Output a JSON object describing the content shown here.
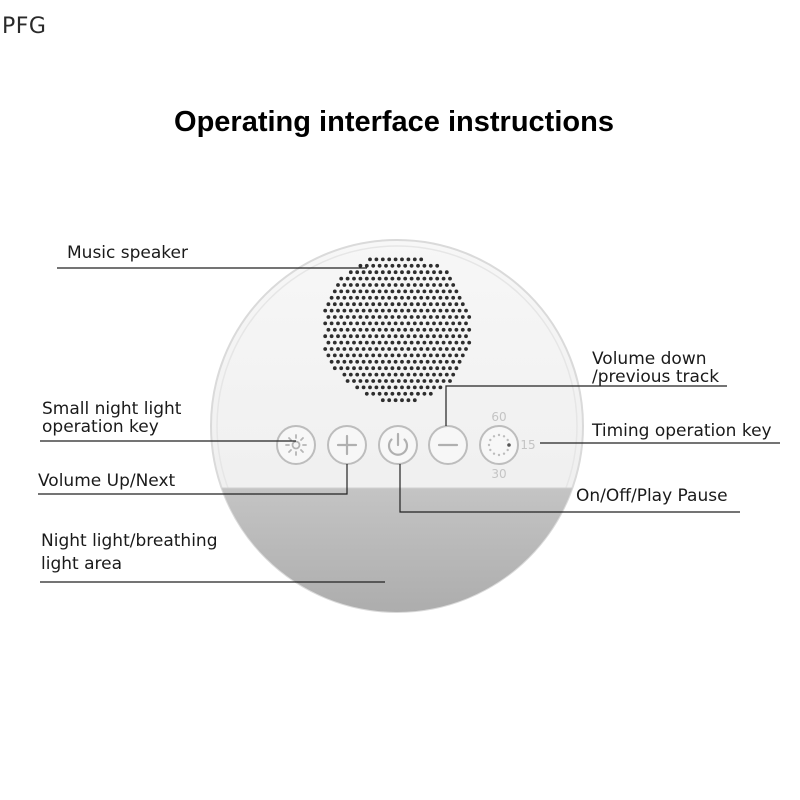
{
  "watermark": "PFG",
  "title": "Operating interface instructions",
  "labels": {
    "music_speaker": "Music speaker",
    "small_night_light_1": "Small night light",
    "small_night_light_2": "operation key",
    "volume_up": "Volume Up/Next",
    "night_light_area_1": "Night light/breathing",
    "night_light_area_2": "light area",
    "volume_down_1": "Volume down",
    "volume_down_2": "/previous track",
    "timing_key": "Timing operation key",
    "on_off": "On/Off/Play Pause"
  },
  "timer_marks": {
    "top": "60",
    "right": "15",
    "bottom": "30"
  },
  "colors": {
    "device_body": "#f4f4f4",
    "device_edge": "#dcdcdc",
    "light_area": "#bcbcbc",
    "speaker_dots": "#2e2e2e",
    "button_fill": "#f7f7f7",
    "button_ring": "#b8b8b8",
    "leader_line": "#222222"
  },
  "icons": [
    "sun-icon",
    "plus-icon",
    "power-icon",
    "minus-icon",
    "timer-dial-icon"
  ]
}
